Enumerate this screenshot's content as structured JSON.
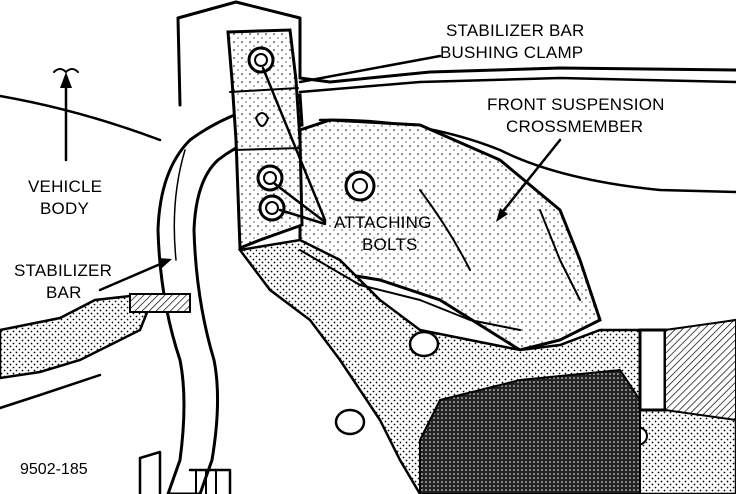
{
  "labels": {
    "clamp": [
      "STABILIZER BAR",
      "BUSHING CLAMP"
    ],
    "crossmember": [
      "FRONT SUSPENSION",
      "CROSSMEMBER"
    ],
    "body": [
      "VEHICLE",
      "BODY"
    ],
    "bolts": [
      "ATTACHING",
      "BOLTS"
    ],
    "bar": [
      "STABILIZER",
      "BAR"
    ]
  },
  "figure_number": "9502-185"
}
